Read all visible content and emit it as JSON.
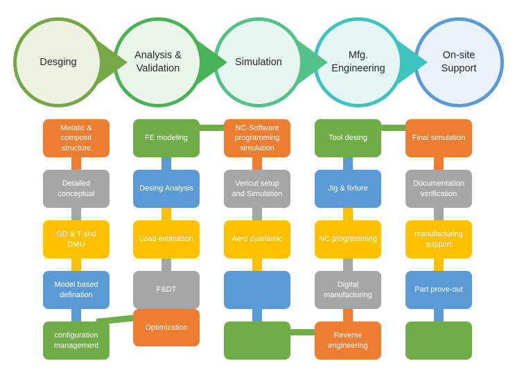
{
  "palette": {
    "orange": "#ED7D31",
    "gray": "#A6A6A6",
    "yellow": "#FFC000",
    "blue": "#5B9BD5",
    "green": "#70AD47"
  },
  "stages": [
    {
      "label": "Desging",
      "circle_border": "#76A646",
      "circle_fill": "#EDF3E3",
      "boxes": [
        {
          "text": "Metalic & composit structure",
          "color": "#ED7D31"
        },
        {
          "text": "Detailed conceptual",
          "color": "#A6A6A6"
        },
        {
          "text": "GD & T and DMU",
          "color": "#FFC000"
        },
        {
          "text": "Model based defination",
          "color": "#5B9BD5"
        },
        {
          "text": "configuration management",
          "color": "#70AD47"
        }
      ],
      "connectors": [
        "#ED7D31",
        "#A6A6A6",
        "#FFC000",
        "#5B9BD5"
      ]
    },
    {
      "label": "Analysis & Validation",
      "circle_border": "#47B355",
      "circle_fill": "#E9F6E9",
      "boxes": [
        {
          "text": "FE modeling",
          "color": "#70AD47"
        },
        {
          "text": "Desing Analysis",
          "color": "#5B9BD5"
        },
        {
          "text": "Load estimation",
          "color": "#FFC000"
        },
        {
          "text": "F&DT",
          "color": "#A6A6A6"
        },
        {
          "text": "Optimization",
          "color": "#ED7D31"
        }
      ],
      "connectors": [
        "#5B9BD5",
        "#FFC000",
        "#A6A6A6"
      ]
    },
    {
      "label": "Simulation",
      "circle_border": "#52C18A",
      "circle_fill": "#E8F5EE",
      "boxes": [
        {
          "text": "NC-Software programming simulation",
          "color": "#ED7D31"
        },
        {
          "text": "Vericut setup and Simulation",
          "color": "#A6A6A6"
        },
        {
          "text": "Aero dyanamic",
          "color": "#FFC000"
        },
        {
          "text": "",
          "color": "#5B9BD5"
        },
        {
          "text": "",
          "color": "#70AD47"
        }
      ],
      "connectors": [
        "#ED7D31",
        "#A6A6A6",
        "#FFC000",
        "#5B9BD5"
      ]
    },
    {
      "label": "Mfg. Engineering",
      "circle_border": "#3EC4BF",
      "circle_fill": "#E6F6F5",
      "boxes": [
        {
          "text": "Tool desing",
          "color": "#70AD47"
        },
        {
          "text": "Jig & fixture",
          "color": "#5B9BD5"
        },
        {
          "text": "NC programming",
          "color": "#FFC000"
        },
        {
          "text": "Digital manufacturing",
          "color": "#A6A6A6"
        },
        {
          "text": "Reverse engineering",
          "color": "#ED7D31"
        }
      ],
      "connectors": [
        "#5B9BD5",
        "#FFC000",
        "#A6A6A6",
        "#ED7D31"
      ]
    },
    {
      "label": "On-site Support",
      "circle_border": "#5B9BD5",
      "circle_fill": "#E9F1F9",
      "boxes": [
        {
          "text": "Final simulation",
          "color": "#ED7D31"
        },
        {
          "text": "Documentation verification",
          "color": "#A6A6A6"
        },
        {
          "text": "manufacturing support",
          "color": "#FFC000"
        },
        {
          "text": "Part prove-out",
          "color": "#5B9BD5"
        },
        {
          "text": "",
          "color": "#70AD47"
        }
      ],
      "connectors": [
        "#ED7D31",
        "#A6A6A6",
        "#FFC000",
        "#5B9BD5"
      ]
    }
  ],
  "cross_links": [
    {
      "from": "FE modeling",
      "to": "NC-Software programming simulation",
      "color": "#70AD47"
    },
    {
      "from": "configuration management",
      "to": "Optimization",
      "color": "#70AD47"
    },
    {
      "from": "Simulation empty box",
      "to": "Reverse engineering",
      "color": "#70AD47"
    },
    {
      "from": "Tool desing",
      "to": "Final simulation",
      "color": "#70AD47"
    }
  ]
}
